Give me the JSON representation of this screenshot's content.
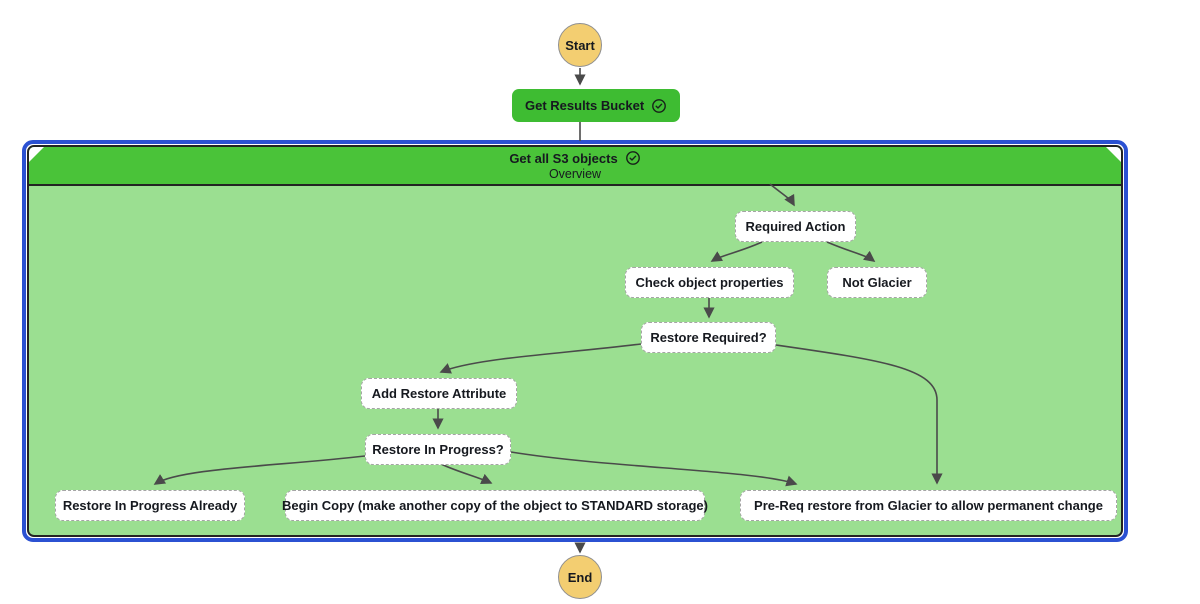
{
  "colors": {
    "terminal_yellow": "#F3CE71",
    "task_green": "#3EBC32",
    "group_header_green": "#4AC339",
    "group_fill_green": "#9BDF91",
    "selection_blue": "#2B51D2",
    "dark_border": "#232323",
    "arrow_gray": "#4A4A4A",
    "dashed_border_gray": "#A5A5A5",
    "text_dark": "#16191F"
  },
  "diagram": {
    "start": {
      "label": "Start"
    },
    "end": {
      "label": "End"
    },
    "task": {
      "label": "Get Results Bucket",
      "status_icon": "check-circle-icon"
    },
    "group": {
      "title": "Get all S3 objects",
      "status_icon": "check-circle-icon",
      "subtitle": "Overview",
      "steps": [
        {
          "label": "Required Action"
        },
        {
          "label": "Check object properties"
        },
        {
          "label": "Not Glacier"
        },
        {
          "label": "Restore Required?"
        },
        {
          "label": "Add Restore Attribute"
        },
        {
          "label": "Restore In Progress?"
        },
        {
          "label": "Restore In Progress Already"
        },
        {
          "label": "Begin Copy (make another copy of the object to STANDARD storage)"
        },
        {
          "label": "Pre-Req restore from Glacier to allow permanent change"
        }
      ]
    }
  }
}
